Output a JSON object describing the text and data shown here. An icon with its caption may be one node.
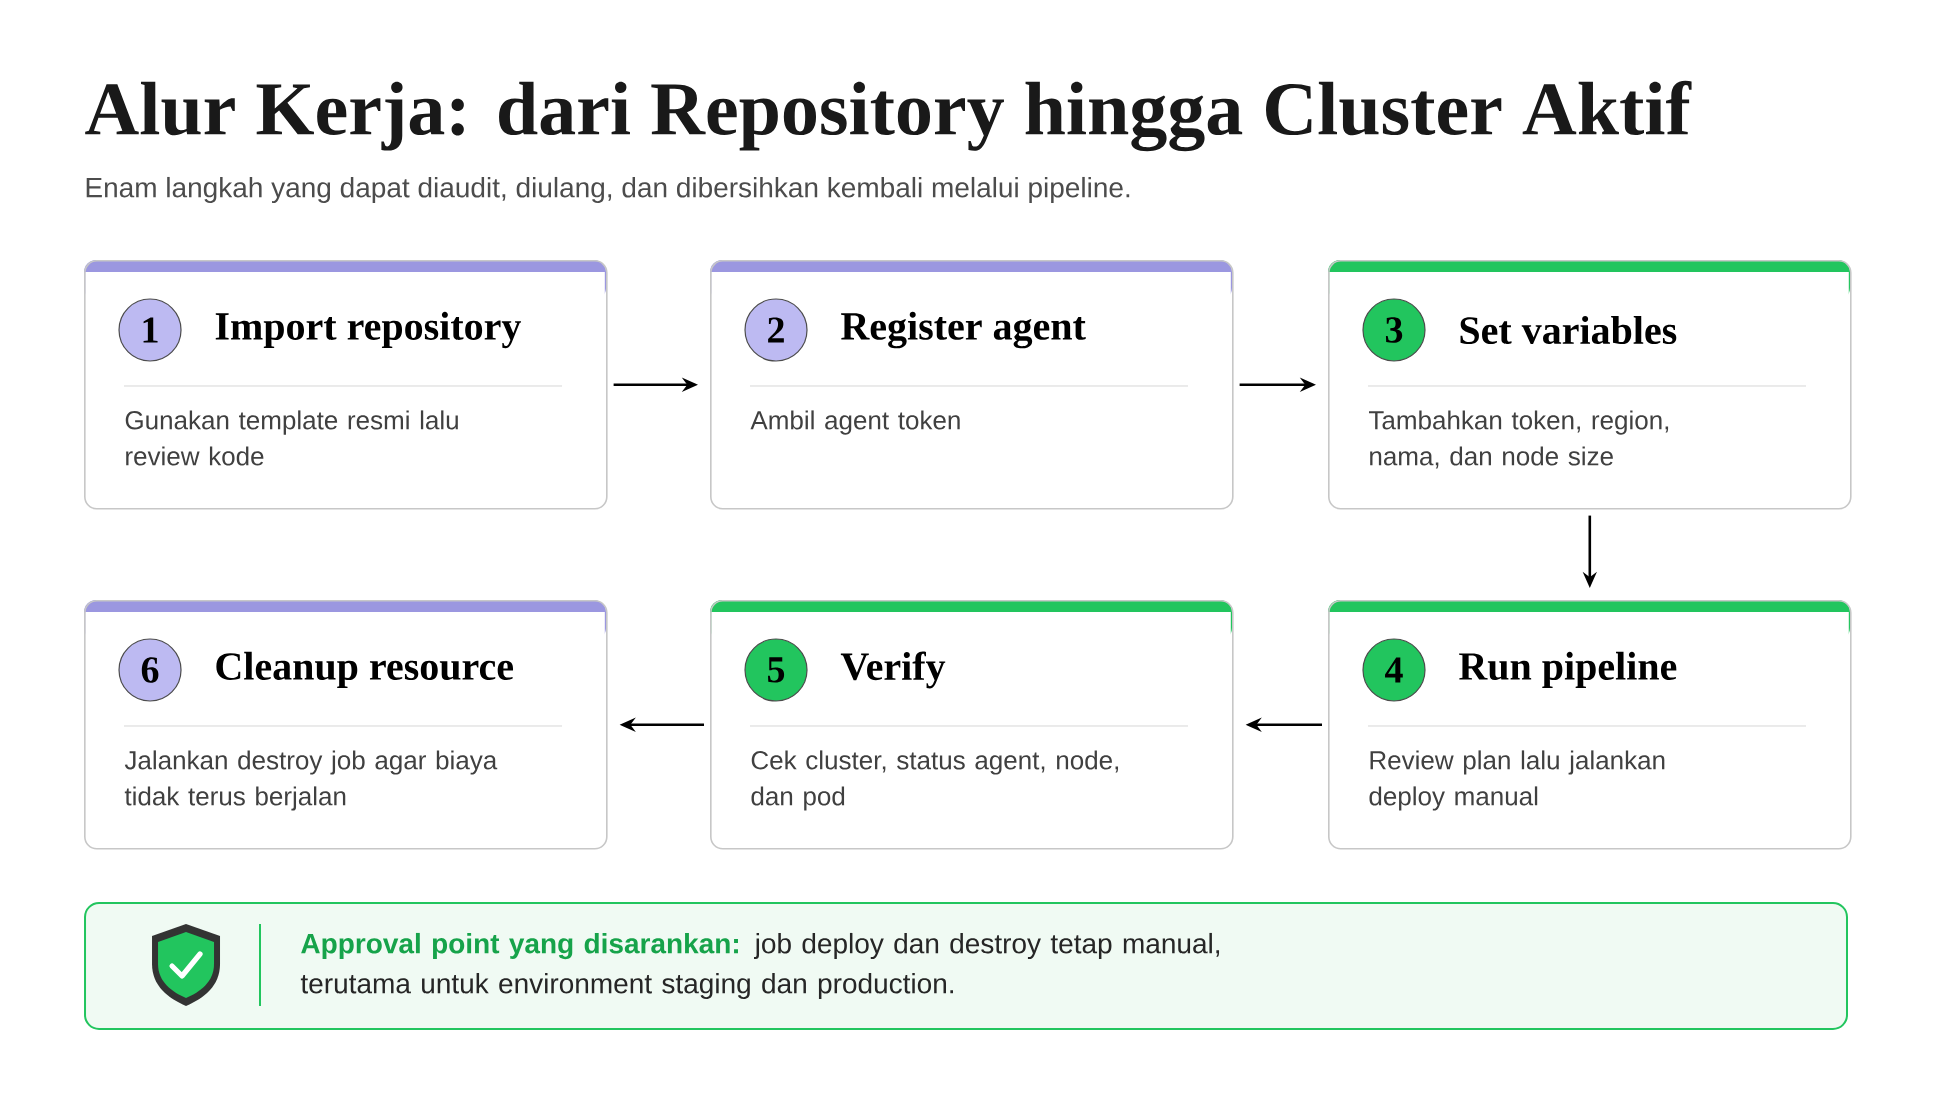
{
  "diagram": {
    "title": "Alur Kerja: dari Repository hingga Cluster Aktif",
    "caption": "Enam langkah yang dapat diaudit, diulang, dan dibersihkan kembali melalui pipeline.",
    "nodes": [
      {
        "text": [
          "1",
          "Import repository",
          "Gunakan template resmi lalu review kode"
        ]
      },
      {
        "text": [
          "2",
          "Register agent",
          "Ambil agent token"
        ]
      },
      {
        "text": [
          "3",
          "Set variables",
          "Tambahkan token, region, nama, dan node size"
        ]
      },
      {
        "text": [
          "4",
          "Run pipeline",
          "Review plan lalu jalankan deploy manual"
        ]
      },
      {
        "text": [
          "5",
          "Verify",
          "Cek cluster, status agent, node, dan pod"
        ]
      },
      {
        "text": [
          "6",
          "Cleanup resource",
          "Jalankan destroy job agar biaya tidak terus berjalan"
        ]
      },
      {
        "text": [
          "**Approval point yang disarankan:** job deploy dan destroy tetap manual, terutama untuk environment staging dan production."
        ]
      }
    ],
    "edges": [
      {
        "from": 0,
        "to": 1,
        "arrow": "to"
      },
      {
        "from": 1,
        "to": 2,
        "arrow": "to"
      },
      {
        "from": 2,
        "to": 3,
        "arrow": "to"
      },
      {
        "from": 3,
        "to": 4,
        "arrow": "to"
      },
      {
        "from": 4,
        "to": 5,
        "arrow": "to"
      }
    ]
  }
}
